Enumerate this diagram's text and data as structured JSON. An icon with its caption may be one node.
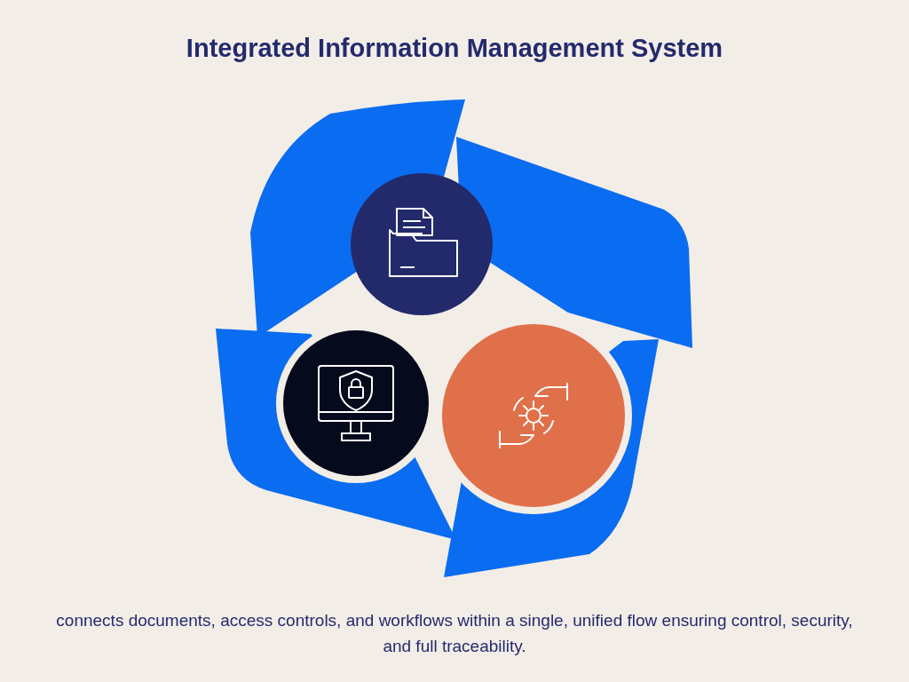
{
  "diagram": {
    "title": "Integrated Information Management System",
    "nodes": [
      {
        "text": [],
        "shape": "circle"
      },
      {
        "text": [],
        "shape": "circle"
      },
      {
        "text": [],
        "shape": "circle"
      }
    ],
    "caption": "connects documents, access controls, and workflows within a single, unified flow ensuring control, security, and full traceability."
  }
}
